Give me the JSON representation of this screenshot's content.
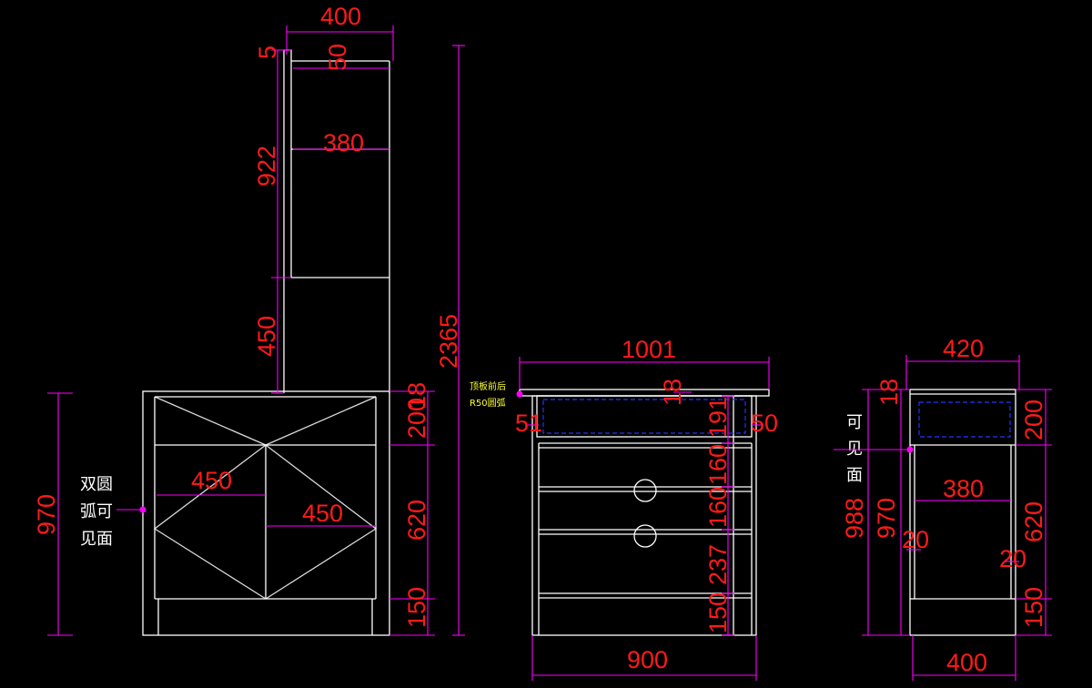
{
  "drawing": {
    "side_view": {
      "dims": {
        "top_width": "400",
        "top_offset": "5",
        "top_inner": "50",
        "shelf_width": "380",
        "upper_height": "922",
        "lower_gap": "450",
        "total_height": "2365",
        "cabinet_height": "970",
        "diag_a": "450",
        "diag_b": "450",
        "top_thickness": "18",
        "drawer_zone": "200",
        "middle_zone": "620",
        "base_zone": "150"
      },
      "note": [
        "双圆",
        "弧可",
        "见面"
      ]
    },
    "front_view": {
      "dims": {
        "top_width": "1001",
        "top_thickness": "18",
        "left_offset": "51",
        "right_offset": "50",
        "d1": "191",
        "d2": "160",
        "d3": "160",
        "d4": "237",
        "d5": "150",
        "bottom_width": "900"
      },
      "note": [
        "顶板前后",
        "R50圆弧"
      ]
    },
    "end_view": {
      "dims": {
        "top_width": "420",
        "top_thickness": "18",
        "drawer_zone": "200",
        "total_height": "988",
        "cabinet_height": "970",
        "inner_width": "380",
        "left_side": "20",
        "right_side": "20",
        "middle_zone": "620",
        "base_zone": "150",
        "bottom_width": "400"
      },
      "note": [
        "可",
        "见",
        "面"
      ]
    }
  },
  "colors": {
    "outline": "#ffffff",
    "dimension_line": "#ff00ff",
    "dimension_text": "#ff1a1a",
    "hidden_line": "#2233ff",
    "note_highlight": "#ffff33"
  }
}
